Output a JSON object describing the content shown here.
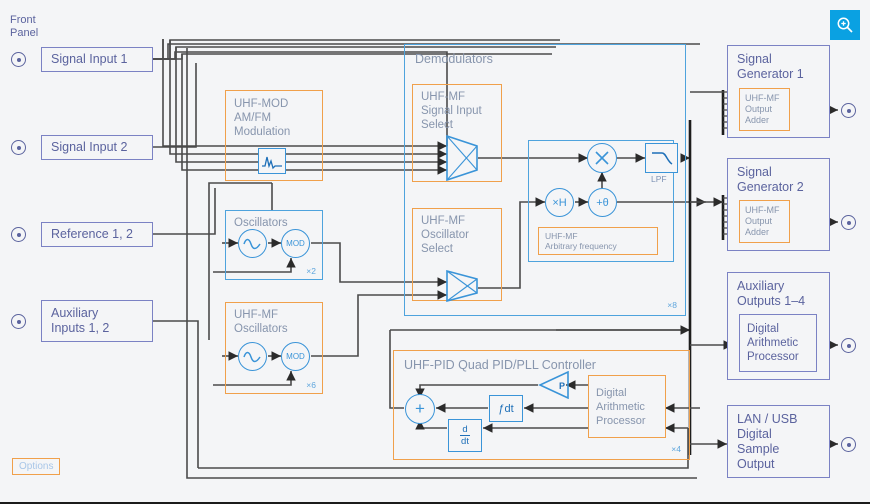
{
  "header": {
    "front_panel_label": "Front\nPanel",
    "zoom_icon": "magnifier-plus-icon"
  },
  "footer": {
    "options_label": "Options"
  },
  "inputs": [
    {
      "label": "Signal Input 1",
      "connector": "bnc-connector-icon"
    },
    {
      "label": "Signal Input 2",
      "connector": "bnc-connector-icon"
    },
    {
      "label": "Reference 1, 2",
      "connector": "bnc-connector-icon"
    },
    {
      "label": "Auxiliary\nInputs 1, 2",
      "connector": "bnc-connector-icon"
    }
  ],
  "modules": {
    "mod": {
      "title": "UHF-MOD\nAM/FM\nModulation",
      "icon": "waveform-icon"
    },
    "oscillators": {
      "title": "Oscillators",
      "sine_icon": "sine-wave-icon",
      "mod_label": "MOD",
      "multiplicity": "×2"
    },
    "mf_oscillators": {
      "title": "UHF-MF\nOscillators",
      "sine_icon": "sine-wave-icon",
      "mod_label": "MOD",
      "multiplicity": "×6"
    },
    "demodulators": {
      "title": "Demodulators",
      "multiplicity": "×8",
      "signal_input_select": {
        "title": "UHF-MF\nSignal Input\nSelect",
        "icon": "multiplexer-icon"
      },
      "oscillator_select": {
        "title": "UHF-MF\nOscillator\nSelect",
        "icon": "multiplexer-icon"
      },
      "mixer_icon": "mixer-multiply-icon",
      "lpf_label": "LPF",
      "lpf_icon": "lowpass-filter-icon",
      "harmonic_label": "×H",
      "phase_label": "+θ",
      "arbitrary_frequency": "UHF-MF\nArbitrary frequency"
    },
    "pid": {
      "title": "UHF-PID Quad PID/PLL Controller",
      "multiplicity": "×4",
      "sum_label": "+",
      "p_label": "P",
      "i_label": "ƒdt",
      "d_label_num": "d",
      "d_label_den": "dt",
      "processor": "Digital\nArithmetic\nProcessor"
    }
  },
  "outputs": [
    {
      "label": "Signal\nGenerator 1",
      "inner": "UHF-MF\nOutput\nAdder",
      "connector": "bnc-connector-icon"
    },
    {
      "label": "Signal\nGenerator 2",
      "inner": "UHF-MF\nOutput\nAdder",
      "connector": "bnc-connector-icon"
    },
    {
      "label": "Auxiliary\nOutputs 1–4",
      "inner": "Digital\nArithmetic\nProcessor",
      "connector": "bnc-connector-icon"
    },
    {
      "label": "LAN / USB\nDigital\nSample\nOutput",
      "inner": "",
      "connector": "bnc-connector-icon"
    }
  ],
  "colors": {
    "purple": "#5b639e",
    "blue": "#3a94d8",
    "orange": "#f0a04b",
    "grey_text": "#7e93b5",
    "accent": "#0aa1e2",
    "background": "#f4f5f7"
  }
}
